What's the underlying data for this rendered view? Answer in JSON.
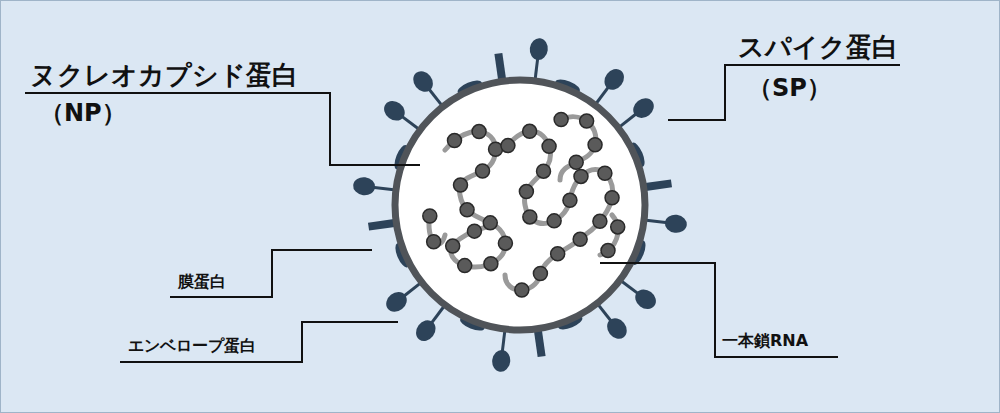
{
  "diagram": {
    "labels": [
      "ヌクレオカプシド蛋白",
      "（NP）",
      "スパイク蛋白",
      "（SP）",
      "膜蛋白",
      "エンベロープ蛋白",
      "一本鎖RNA"
    ]
  }
}
